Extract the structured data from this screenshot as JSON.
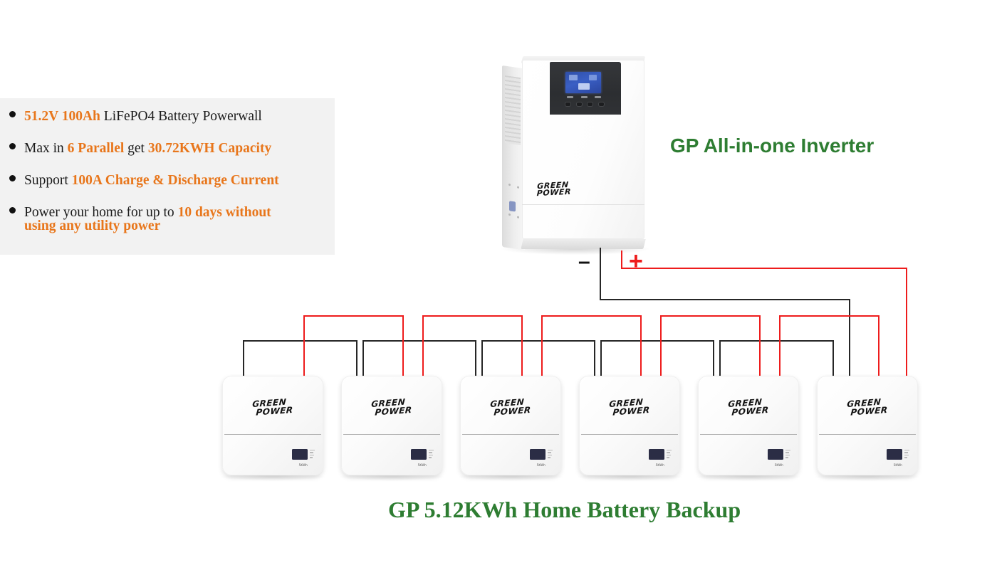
{
  "features": {
    "items": [
      {
        "segments": [
          {
            "text": "51.2V 100Ah ",
            "highlight": true
          },
          {
            "text": "LiFePO4 Battery Powerwall",
            "highlight": false
          }
        ]
      },
      {
        "segments": [
          {
            "text": "Max in ",
            "highlight": false
          },
          {
            "text": "6 Parallel ",
            "highlight": true
          },
          {
            "text": "get ",
            "highlight": false
          },
          {
            "text": "30.72KWH Capacity",
            "highlight": true
          }
        ]
      },
      {
        "segments": [
          {
            "text": "Support ",
            "highlight": false
          },
          {
            "text": "100A Charge & Discharge Current",
            "highlight": true
          }
        ]
      },
      {
        "segments": [
          {
            "text": "Power your home for up to ",
            "highlight": false
          },
          {
            "text": "10 days without",
            "highlight": true
          }
        ],
        "second_line": "using any utility power"
      }
    ]
  },
  "labels": {
    "inverter_title": "GP All-in-one Inverter",
    "battery_title": "GP 5.12KWh Home Battery Backup"
  },
  "inverter": {
    "brand_line1": "GREEN",
    "brand_line2": "POWER"
  },
  "batteries": {
    "count": 6,
    "brand_line1": "GREEN",
    "brand_line2": "POWER",
    "model_text": "5KWh"
  },
  "terminals": {
    "inverter_negative": "–",
    "inverter_positive": "+",
    "battery_negative": "–",
    "battery_positive": "+"
  },
  "colors": {
    "green": "#2E7D32",
    "orange": "#E8761B",
    "wire_positive": "#ee1c1c",
    "wire_negative": "#262626",
    "panel_background": "#f2f2f2"
  }
}
